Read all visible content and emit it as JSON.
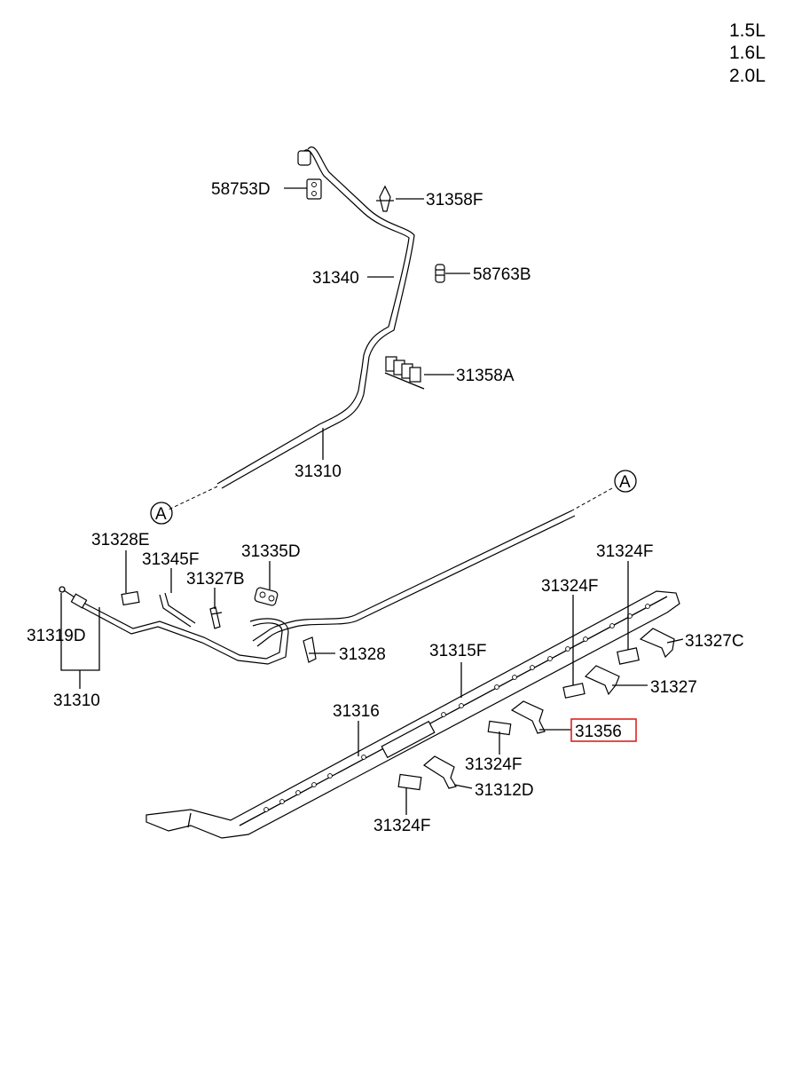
{
  "engine_variants": [
    "1.5L",
    "1.6L",
    "2.0L"
  ],
  "reference_marker": "A",
  "parts": {
    "p58753D": "58753D",
    "p31358F": "31358F",
    "p31340": "31340",
    "p58763B": "58763B",
    "p31358A": "31358A",
    "p31310_top": "31310",
    "p31328E": "31328E",
    "p31345F": "31345F",
    "p31335D": "31335D",
    "p31327B": "31327B",
    "p31319D": "31319D",
    "p31328": "31328",
    "p31310_bottom": "31310",
    "p31324F_a": "31324F",
    "p31324F_b": "31324F",
    "p31327C": "31327C",
    "p31315F": "31315F",
    "p31327": "31327",
    "p31316": "31316",
    "p31356": "31356",
    "p31324F_c": "31324F",
    "p31312D": "31312D",
    "p31324F_d": "31324F"
  },
  "highlight": {
    "part": "31356",
    "color": "#e02020"
  }
}
